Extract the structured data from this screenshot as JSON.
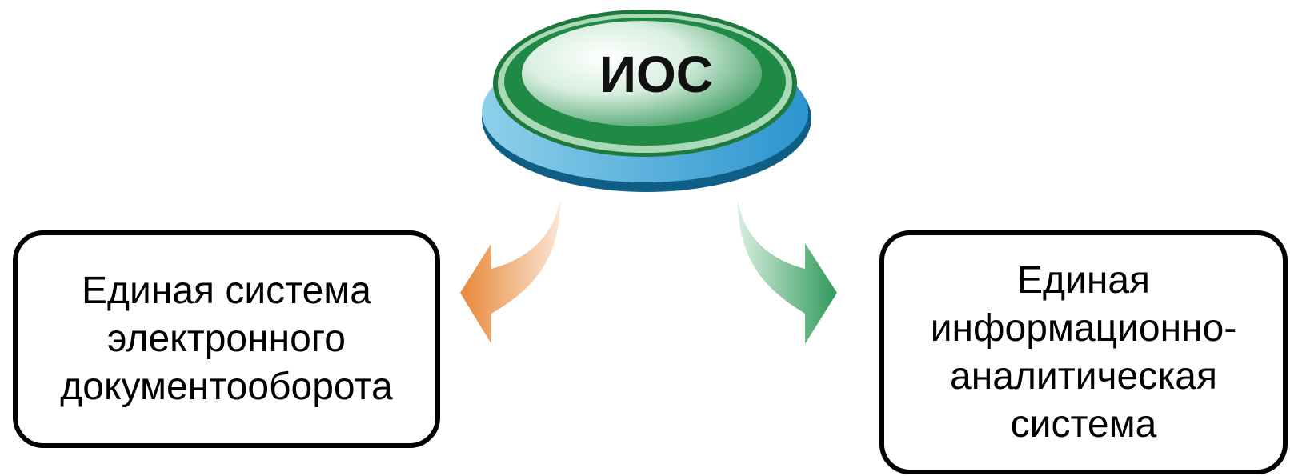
{
  "diagram": {
    "center_node": {
      "label": "ИОС"
    },
    "left_node": {
      "label": "Единая система\nэлектронного\nдокументооборота"
    },
    "right_node": {
      "label": "Единая\nинформационно-\nаналитическая\nсистема"
    },
    "colors": {
      "node_green": "#1f8a45",
      "node_blue": "#2e9fd2",
      "arrow_left": "#e8873a",
      "arrow_right": "#2f9a5a",
      "box_border": "#000000"
    }
  }
}
